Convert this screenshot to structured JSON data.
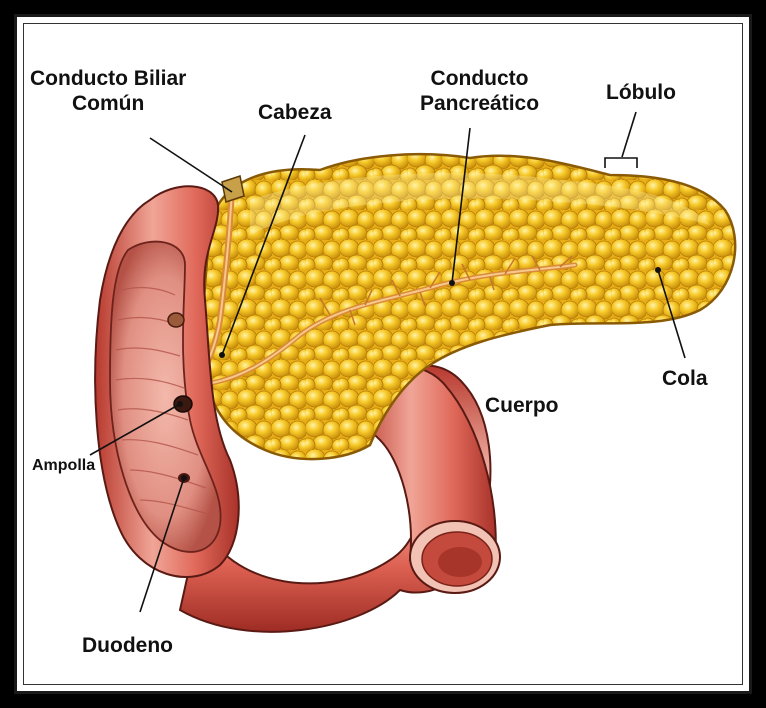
{
  "labels": {
    "common_bile_duct_line1": "Conducto Biliar",
    "common_bile_duct_line2": "Común",
    "head": "Cabeza",
    "pancreatic_duct_line1": "Conducto",
    "pancreatic_duct_line2": "Pancreático",
    "lobule": "Lóbulo",
    "tail": "Cola",
    "body": "Cuerpo",
    "ampulla": "Ampolla",
    "duodenum": "Duodeno"
  },
  "colors": {
    "pancreas": "#f5c21e",
    "pancreas_highlight": "#fde67a",
    "pancreas_shadow": "#c8900a",
    "intestine": "#d9574a",
    "intestine_light": "#f4b1a3",
    "intestine_dark": "#9e2c24",
    "duct": "#d98a3a"
  }
}
